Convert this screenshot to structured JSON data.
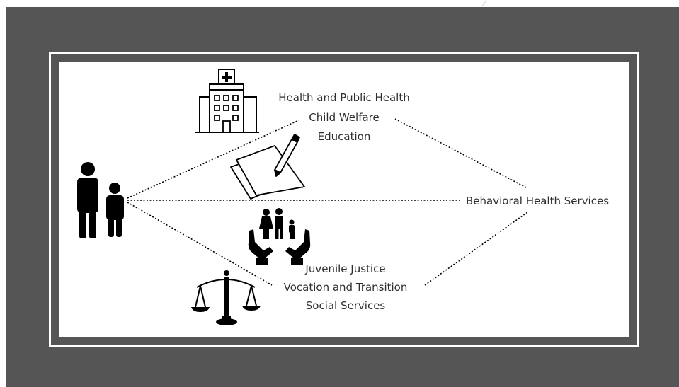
{
  "diagram": {
    "top_group": {
      "line1": "Health and Public Health",
      "line2": "Child Welfare",
      "line3": "Education"
    },
    "right_node": {
      "label": "Behavioral Health Services"
    },
    "bottom_group": {
      "line1": "Juvenile Justice",
      "line2": "Vocation and Transition",
      "line3": "Social Services"
    },
    "icons": {
      "family": "parent-child-icon",
      "hospital": "hospital-icon",
      "documents": "documents-pen-icon",
      "care": "family-in-hands-icon",
      "justice": "scales-of-justice-icon"
    },
    "colors": {
      "frame": "#555555",
      "background": "#ffffff",
      "ink": "#000000",
      "text": "#2e2e2e"
    }
  }
}
